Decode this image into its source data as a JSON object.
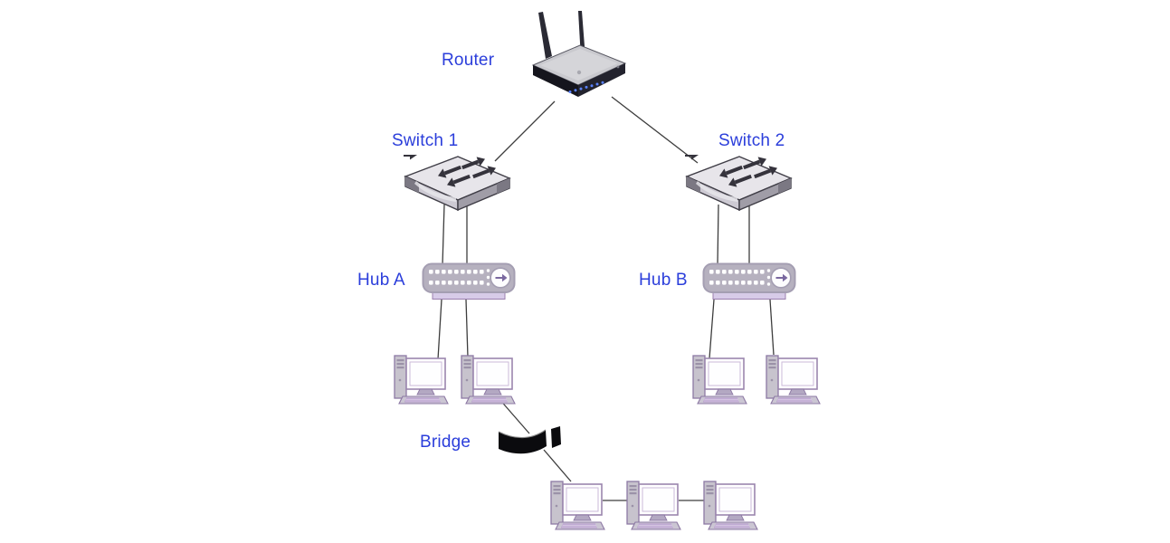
{
  "diagram": {
    "type": "network-topology",
    "background_color": "#ffffff",
    "label_color": "#2b3edb",
    "line_color": "#3d3d3d",
    "nodes": {
      "router": {
        "label": "Router",
        "device": "wireless-router"
      },
      "switch1": {
        "label": "Switch 1",
        "device": "switch"
      },
      "switch2": {
        "label": "Switch 2",
        "device": "switch"
      },
      "hub_a": {
        "label": "Hub A",
        "device": "hub"
      },
      "hub_b": {
        "label": "Hub B",
        "device": "hub"
      },
      "bridge": {
        "label": "Bridge",
        "device": "bridge"
      },
      "pc_a1": {
        "label": "",
        "device": "computer"
      },
      "pc_a2": {
        "label": "",
        "device": "computer"
      },
      "pc_b1": {
        "label": "",
        "device": "computer"
      },
      "pc_b2": {
        "label": "",
        "device": "computer"
      },
      "pc_c1": {
        "label": "",
        "device": "computer"
      },
      "pc_c2": {
        "label": "",
        "device": "computer"
      },
      "pc_c3": {
        "label": "",
        "device": "computer"
      }
    },
    "connections": [
      {
        "from": "router",
        "to": "switch1"
      },
      {
        "from": "router",
        "to": "switch2"
      },
      {
        "from": "switch1",
        "to": "hub_a",
        "cables": 2
      },
      {
        "from": "switch2",
        "to": "hub_b",
        "cables": 2
      },
      {
        "from": "hub_a",
        "to": "pc_a1"
      },
      {
        "from": "hub_a",
        "to": "pc_a2"
      },
      {
        "from": "hub_b",
        "to": "pc_b1"
      },
      {
        "from": "hub_b",
        "to": "pc_b2"
      },
      {
        "from": "pc_a2",
        "to": "bridge"
      },
      {
        "from": "bridge",
        "to": "pc_c1"
      },
      {
        "from": "pc_c1",
        "to": "pc_c2"
      },
      {
        "from": "pc_c2",
        "to": "pc_c3"
      }
    ]
  }
}
